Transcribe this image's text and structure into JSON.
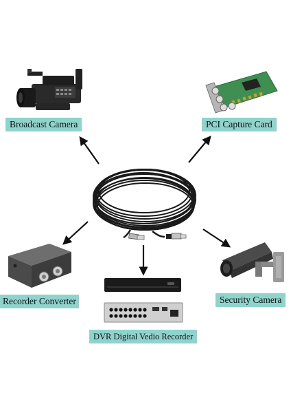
{
  "labels": {
    "broadcast_camera": "Broadcast Camera",
    "pci_capture_card": "PCI Capture Card",
    "recorder_converter": "Recorder Converter",
    "security_camera": "Security Camera",
    "dvr": "DVR Digital Vedio Recorder"
  },
  "colors": {
    "label_background": "#8fd3cd",
    "arrow": "#111111",
    "cable": "#1a1a1a",
    "pcb": "#3f8f52"
  }
}
